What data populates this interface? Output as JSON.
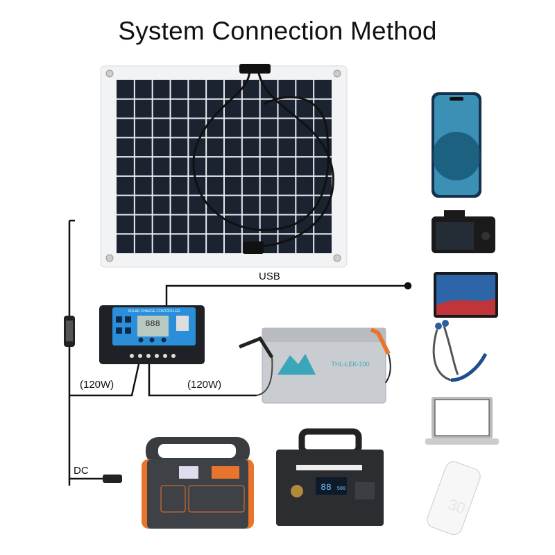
{
  "title": "System Connection Method",
  "labels": {
    "usb": "USB",
    "controller_watt": "(120W)",
    "battery_watt": "(120W)",
    "dc": "DC"
  },
  "components": {
    "controller_header": "SOLAR CHARGE CONTROLLER",
    "controller_display": "888",
    "battery_model": "THL-LEK-100",
    "power_station_display": "88",
    "power_station_display_sub": "500",
    "power_bank_mark": "30"
  },
  "colors": {
    "panel_cell": "#1b2230",
    "controller_face": "#2a8fd8",
    "battery": "#c9ccd0",
    "orange": "#e9742c"
  }
}
